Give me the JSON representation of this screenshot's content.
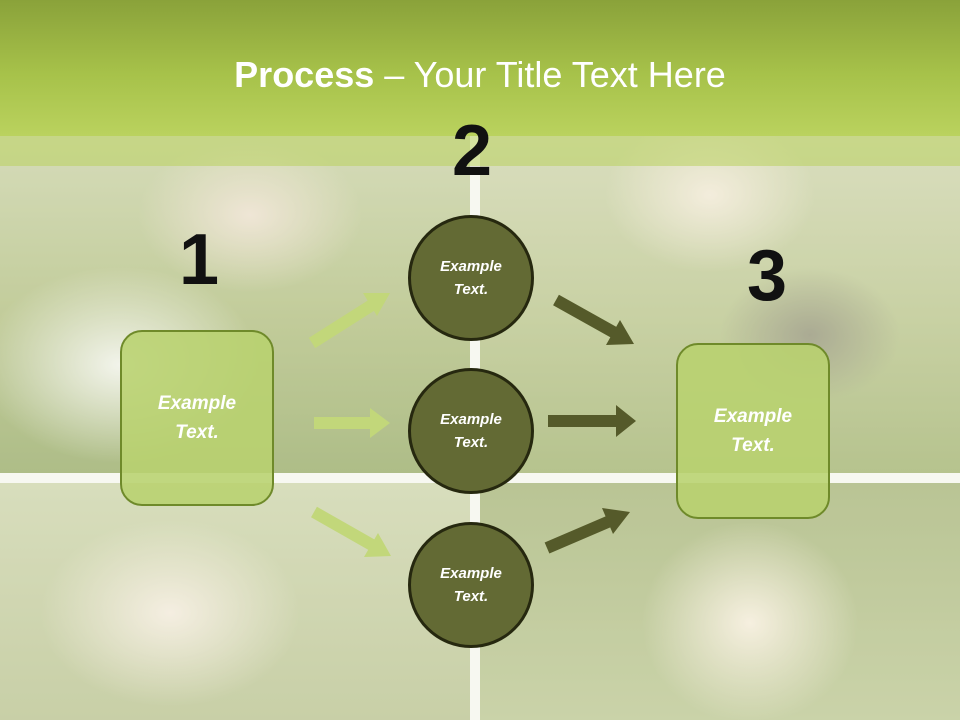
{
  "slide": {
    "title_strong": "Process",
    "title_rest": " – Your Title Text Here"
  },
  "steps": {
    "step1_number": "1",
    "step2_number": "2",
    "step3_number": "3"
  },
  "boxes": {
    "left_text": "Example Text.",
    "right_text": "Example Text."
  },
  "circles": {
    "top_text": "Example Text.",
    "middle_text": "Example Text.",
    "bottom_text": "Example Text."
  },
  "colors": {
    "header_green": "#a7c24a",
    "box_fill": "#b8d16e",
    "circle_fill": "#636a34",
    "light_arrow": "#c2d77a",
    "dark_arrow": "#555a2a"
  }
}
